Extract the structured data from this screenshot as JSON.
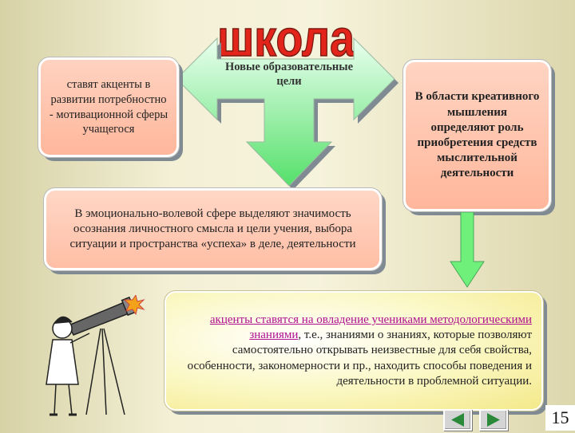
{
  "title": "школа",
  "center_label": "Новые образовательные цели",
  "left_box": "ставят акценты в развитии потребностно - мотивационной сферы учащегося",
  "bottom_box": "В эмоционально-волевой сфере выделяют значимость осознания личностного смысла и цели учения, выбора ситуации и пространства «успеха» в деле, деятельности",
  "right_box": "В области креативного мышления определяют роль приобретения средств мыслительной деятельности",
  "result_box": {
    "part1": "акценты ставятся на  овладение учениками методологическими знаниями",
    "part2": ", т.е., знаниями о знаниях, которые позволяют  самостоятельно открывать неизвестные для себя свойства, особенности, закономерности и пр., находить способы поведения и деятельности в проблемной ситуации."
  },
  "page_number": "15",
  "colors": {
    "title_red": "#e3241b",
    "arrow_green": "#6ef07a",
    "box_salmon": "#ffbea5",
    "result_yellow": "#f4e98a"
  }
}
